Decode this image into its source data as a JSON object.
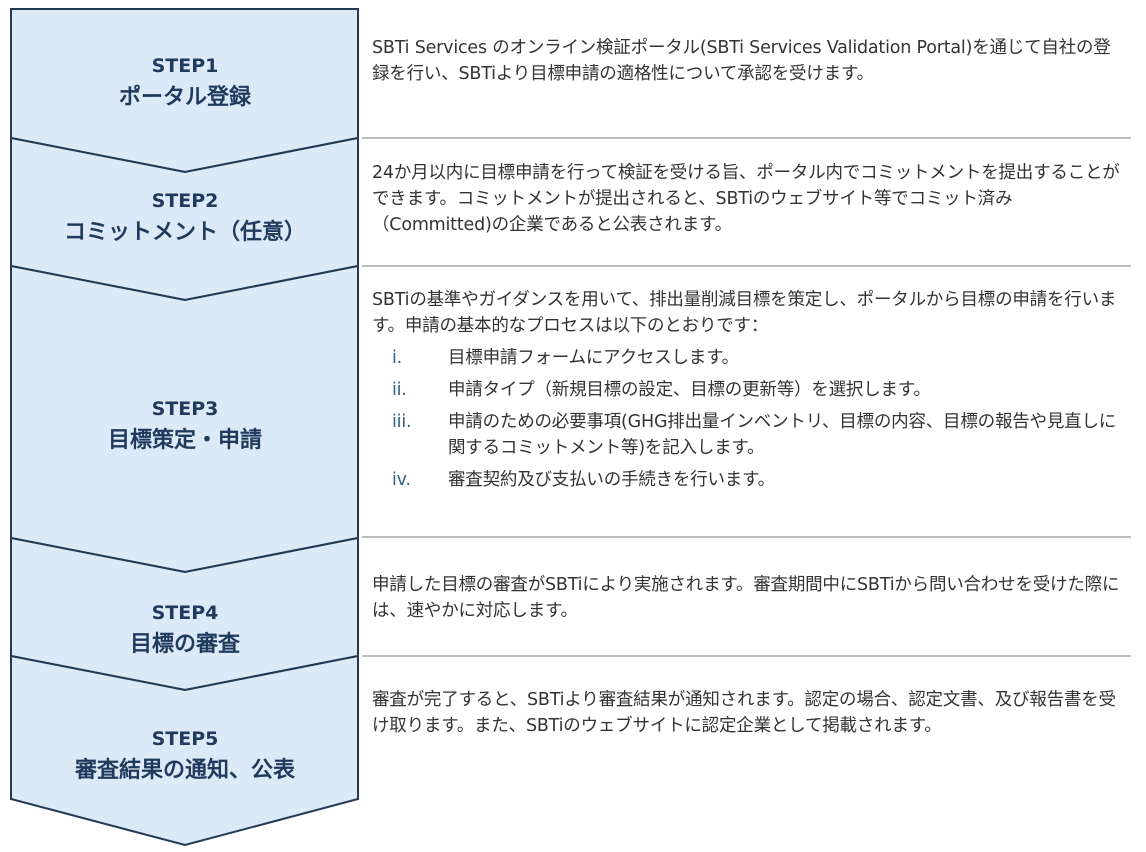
{
  "colors": {
    "chevron_fill": "#dce9f6",
    "chevron_stroke": "#223a55",
    "step_text": "#1f3a5c",
    "body_text": "#333333",
    "list_marker": "#2f5f8a",
    "divider": "#bdbdbd"
  },
  "steps": [
    {
      "number": "STEP1",
      "title": "ポータル登録",
      "description": "SBTi Services のオンライン検証ポータル(SBTi Services Validation Portal)を通じて自社の登録を行い、SBTiより目標申請の適格性について承認を受けます。"
    },
    {
      "number": "STEP2",
      "title": "コミットメント（任意）",
      "description": "24か月以内に目標申請を行って検証を受ける旨、ポータル内でコミットメントを提出することができます。コミットメントが提出されると、SBTiのウェブサイト等でコミット済み（Committed)の企業であると公表されます。"
    },
    {
      "number": "STEP3",
      "title": "目標策定・申請",
      "description": "SBTiの基準やガイダンスを用いて、排出量削減目標を策定し、ポータルから目標の申請を行います。申請の基本的なプロセスは以下のとおりです：",
      "sub_items": [
        {
          "marker": "i.",
          "text": "目標申請フォームにアクセスします。"
        },
        {
          "marker": "ii.",
          "text": "申請タイプ（新規目標の設定、目標の更新等）を選択します。"
        },
        {
          "marker": "iii.",
          "text": "申請のための必要事項(GHG排出量インベントリ、目標の内容、目標の報告や見直しに関するコミットメント等)を記入します。"
        },
        {
          "marker": "iv.",
          "text": "審査契約及び支払いの手続きを行います。"
        }
      ]
    },
    {
      "number": "STEP4",
      "title": "目標の審査",
      "description": "申請した目標の審査がSBTiにより実施されます。審査期間中にSBTiから問い合わせを受けた際には、速やかに対応します。"
    },
    {
      "number": "STEP5",
      "title": "審査結果の通知、公表",
      "description": "審査が完了すると、SBTiより審査結果が通知されます。認定の場合、認定文書、及び報告書を受け取ります。また、SBTiのウェブサイトに認定企業として掲載されます。"
    }
  ]
}
